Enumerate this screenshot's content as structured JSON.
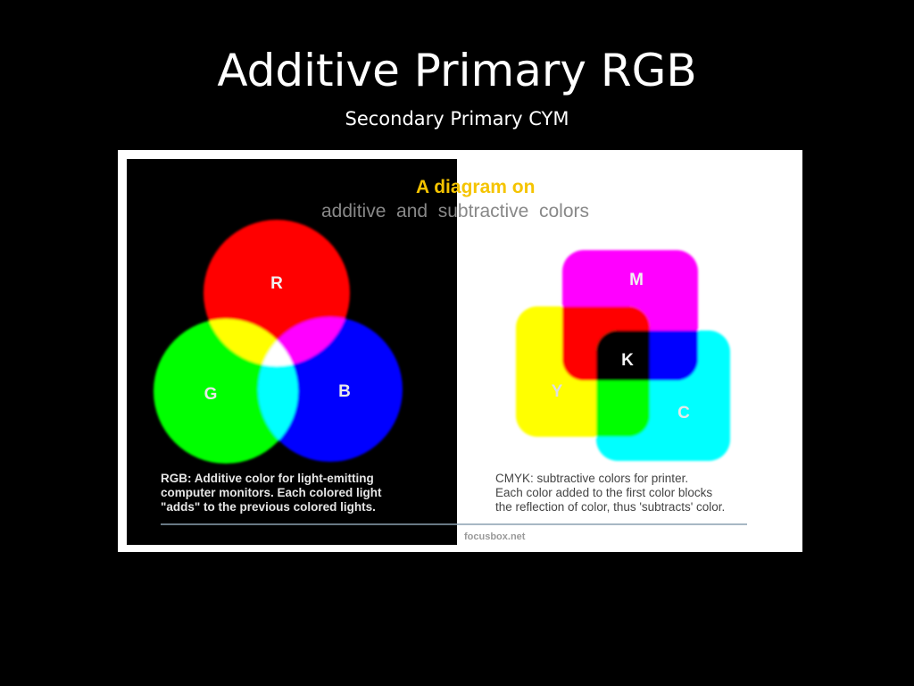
{
  "slide": {
    "title": "Additive Primary RGB",
    "subtitle": "Secondary Primary CYM"
  },
  "diagram": {
    "heading_part1": "A di",
    "heading_part2": "agram on",
    "heading_line2": "additive  and  subtractive  colors",
    "rgb": {
      "labels": {
        "r": "R",
        "g": "G",
        "b": "B"
      },
      "caption": [
        "RGB: Additive color for light-emitting",
        "computer monitors. Each colored light",
        "\"adds\" to the previous colored lights."
      ]
    },
    "cmyk": {
      "labels": {
        "m": "M",
        "y": "Y",
        "c": "C",
        "k": "K"
      },
      "caption": [
        "CMYK: subtractive colors for printer.",
        "Each color added to the first color blocks",
        "the reflection of color, thus 'subtracts' color."
      ]
    },
    "credit": "focusbox.net",
    "colors": {
      "red": "#ff0000",
      "green": "#00ff00",
      "blue": "#0000ff",
      "cyan": "#00ffff",
      "magenta": "#ff00ff",
      "yellow": "#ffff00",
      "heading_accent": "#f5c400"
    }
  }
}
